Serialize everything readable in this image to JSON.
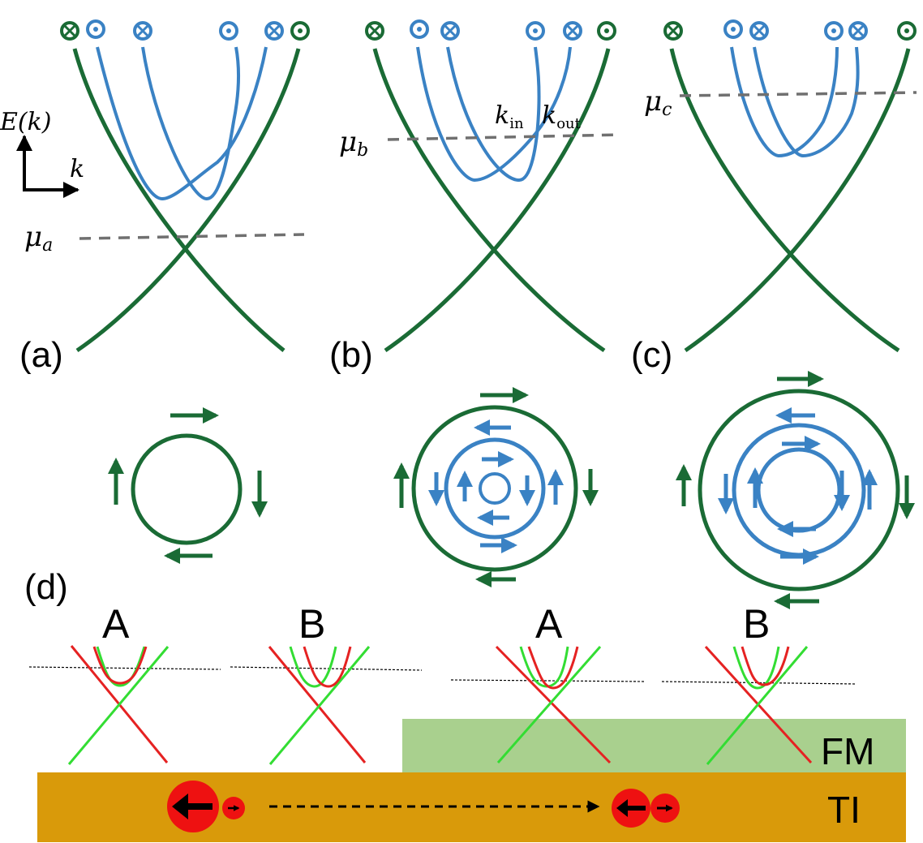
{
  "panels": [
    {
      "label": "(a)",
      "mu": "μ",
      "mu_sub": "a"
    },
    {
      "label": "(b)",
      "mu": "μ",
      "mu_sub": "b",
      "k_in": "k",
      "k_in_sub": "in",
      "k_out": "k",
      "k_out_sub": "out"
    },
    {
      "label": "(c)",
      "mu": "μ",
      "mu_sub": "c"
    },
    {
      "label": "(d)"
    }
  ],
  "axes": {
    "energy": "E(k)",
    "momentum": "k"
  },
  "bottom": {
    "site_labels": [
      "A",
      "B",
      "A",
      "B"
    ],
    "fm_layer": "FM",
    "ti_layer": "TI"
  },
  "colors": {
    "outer_band": "#1a6b35",
    "inner_band": "#3a82c4",
    "dashed": "#707070",
    "red_band": "#e52222",
    "green_band": "#33dd33",
    "fm": "#a9d08e",
    "ti": "#d99a0a",
    "spin_disc": "#ee1111"
  },
  "icons": [
    "spin-in-icon",
    "spin-out-icon",
    "spin-arrow-icon"
  ]
}
